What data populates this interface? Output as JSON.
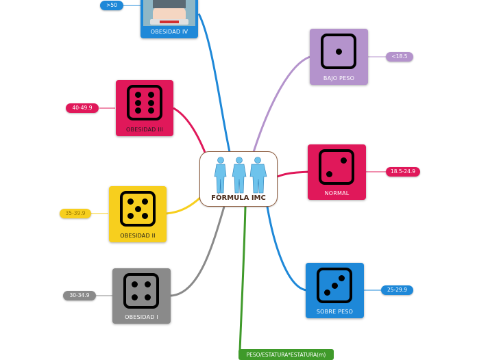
{
  "center": {
    "title": "FÒRMULA IMC"
  },
  "formula": {
    "label": "PESO/ESTATURA*ESTATURA(m)"
  },
  "nodes": {
    "obesidad_iv": {
      "label": "OBESIDAD IV",
      "range": ">50",
      "color": "#1e88d8"
    },
    "obesidad_iii": {
      "label": "OBESIDAD III",
      "range": "40-49.9",
      "color": "#e0185a"
    },
    "obesidad_ii": {
      "label": "OBESIDAD II",
      "range": "35-39.9",
      "color": "#f7cf1e"
    },
    "obesidad_i": {
      "label": "OBESIDAD I",
      "range": "30-34.9",
      "color": "#8a8a8a"
    },
    "bajo_peso": {
      "label": "BAJO PESO",
      "range": "<18.5",
      "color": "#b493cc"
    },
    "normal": {
      "label": "NORMAL",
      "range": "18.5-24.9",
      "color": "#e0185a"
    },
    "sobre_peso": {
      "label": "SOBRE PESO",
      "range": "25-29.9",
      "color": "#1e88d8"
    }
  },
  "icons": {
    "center": "body-silhouettes-icon",
    "obesidad_iv": "person-on-scale-icon",
    "dice": [
      "dice-one-icon",
      "dice-two-icon",
      "dice-three-icon",
      "dice-four-icon",
      "dice-five-icon",
      "dice-six-icon"
    ]
  }
}
